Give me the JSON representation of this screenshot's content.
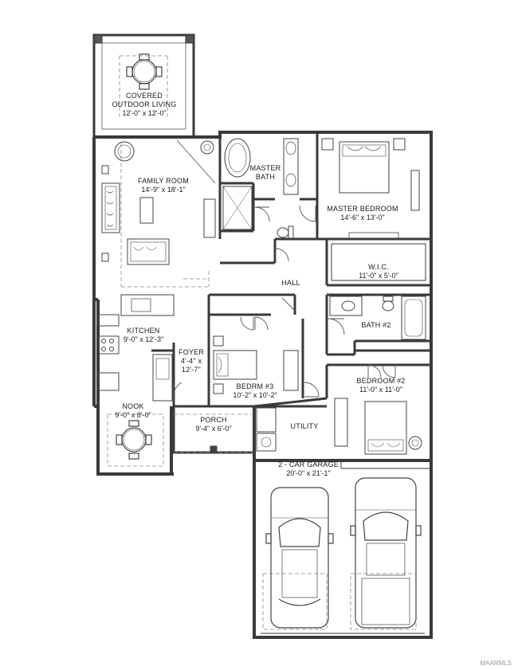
{
  "rooms": [
    {
      "id": "covered-outdoor-living",
      "name_lines": [
        "COVERED",
        "OUTDOOR LIVING"
      ],
      "dims": "12'-0\" x 12'-0\""
    },
    {
      "id": "family-room",
      "name_lines": [
        "FAMILY ROOM"
      ],
      "dims": "14'-9\" x 18'-1\""
    },
    {
      "id": "master-bath",
      "name_lines": [
        "MASTER",
        "BATH"
      ],
      "dims": ""
    },
    {
      "id": "master-bedroom",
      "name_lines": [
        "MASTER BEDROOM"
      ],
      "dims": "14'-6\" x 13'-0\""
    },
    {
      "id": "wic",
      "name_lines": [
        "W.I.C."
      ],
      "dims": "11'-0\" x 5'-0\""
    },
    {
      "id": "hall",
      "name_lines": [
        "HALL"
      ],
      "dims": ""
    },
    {
      "id": "bath-2",
      "name_lines": [
        "BATH #2"
      ],
      "dims": ""
    },
    {
      "id": "kitchen",
      "name_lines": [
        "KITCHEN"
      ],
      "dims": "9'-0\" x 12'-3\""
    },
    {
      "id": "foyer",
      "name_lines": [
        "FOYER",
        "4'-4\" x",
        "12'-7\""
      ],
      "dims": ""
    },
    {
      "id": "bedroom-3",
      "name_lines": [
        "BEDRM #3"
      ],
      "dims": "10'-2\" x 10'-2\""
    },
    {
      "id": "bedroom-2",
      "name_lines": [
        "BEDROOM #2"
      ],
      "dims": "11'-0\" x 11'-0\""
    },
    {
      "id": "nook",
      "name_lines": [
        "NOOK"
      ],
      "dims": "9'-0\" x 8'-0\""
    },
    {
      "id": "porch",
      "name_lines": [
        "PORCH"
      ],
      "dims": "9'-4\" x 6'-0\""
    },
    {
      "id": "utility",
      "name_lines": [
        "UTILITY"
      ],
      "dims": ""
    },
    {
      "id": "garage",
      "name_lines": [
        "2 - CAR GARAGE"
      ],
      "dims": "20'-0\" x 21'-1\""
    }
  ],
  "watermark": "MAARMLS",
  "colors": {
    "wall": "#3a3a3a",
    "line": "#555555",
    "fixture": "#6a6a6a",
    "fill": "#ffffff"
  }
}
